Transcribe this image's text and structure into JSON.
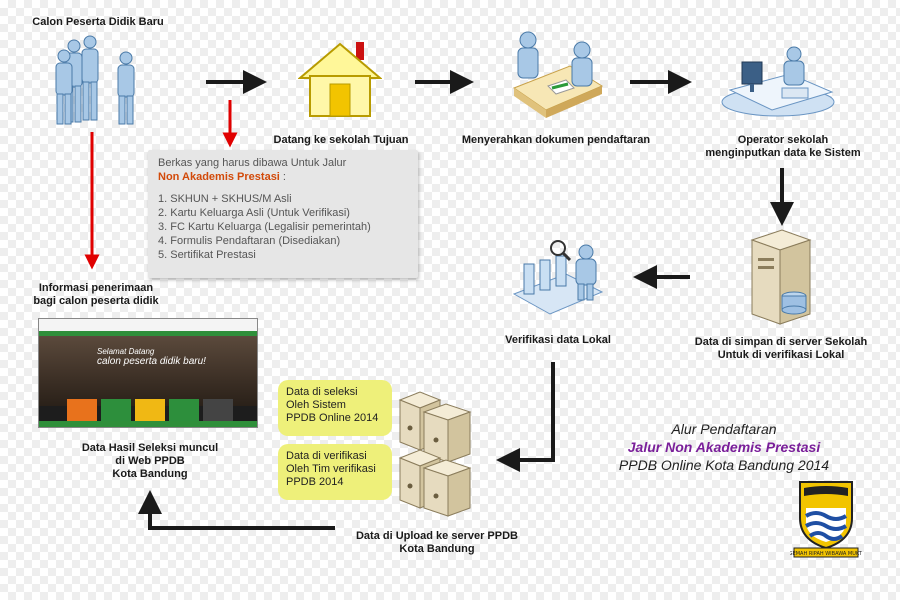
{
  "nodes": {
    "calon": "Calon Peserta Didik Baru",
    "datang": "Datang ke sekolah Tujuan",
    "menyerahkan": "Menyerahkan dokumen pendaftaran",
    "operator_l1": "Operator sekolah",
    "operator_l2": "menginputkan data ke Sistem",
    "simpan_l1": "Data di simpan di server Sekolah",
    "simpan_l2": "Untuk di verifikasi Lokal",
    "verifikasi": "Verifikasi data Lokal",
    "informasi_l1": "Informasi penerimaan",
    "informasi_l2": "bagi calon peserta didik",
    "hasil_l1": "Data Hasil Seleksi muncul",
    "hasil_l2": "di Web PPDB",
    "hasil_l3": "Kota Bandung",
    "upload_l1": "Data di Upload ke server PPDB",
    "upload_l2": "Kota Bandung"
  },
  "requirements": {
    "intro": "Berkas yang harus dibawa Untuk Jalur",
    "track": "Non Akademis Prestasi",
    "track_suffix": " :",
    "items": [
      "1. SKHUN + SKHUS/M Asli",
      "2. Kartu Keluarga Asli (Untuk Verifikasi)",
      "3. FC Kartu Keluarga (Legalisir pemerintah)",
      "4. Formulis Pendaftaran (Disediakan)",
      "5. Sertifikat Prestasi"
    ]
  },
  "notes": {
    "seleksi_l1": "Data di seleksi",
    "seleksi_l2": "Oleh Sistem",
    "seleksi_l3": "PPDB Online 2014",
    "verif_l1": "Data di verifikasi",
    "verif_l2": "Oleh Tim verifikasi",
    "verif_l3": "PPDB 2014"
  },
  "title": {
    "line1": "Alur Pendaftaran",
    "line2": "Jalur Non Akademis Prestasi",
    "line3": "PPDB Online Kota Bandung 2014"
  },
  "website": {
    "welcome_l1": "Selamat Datang",
    "welcome_l2": "calon peserta didik baru!"
  },
  "emblem": {
    "motto": "GEMAH RIPAH WIBAWA MUKTI"
  },
  "colors": {
    "flow_arrow": "#1a1a1a",
    "accent_arrow": "#e00000",
    "note_fill": "#eef07a",
    "title_accent": "#7a1f9a"
  }
}
